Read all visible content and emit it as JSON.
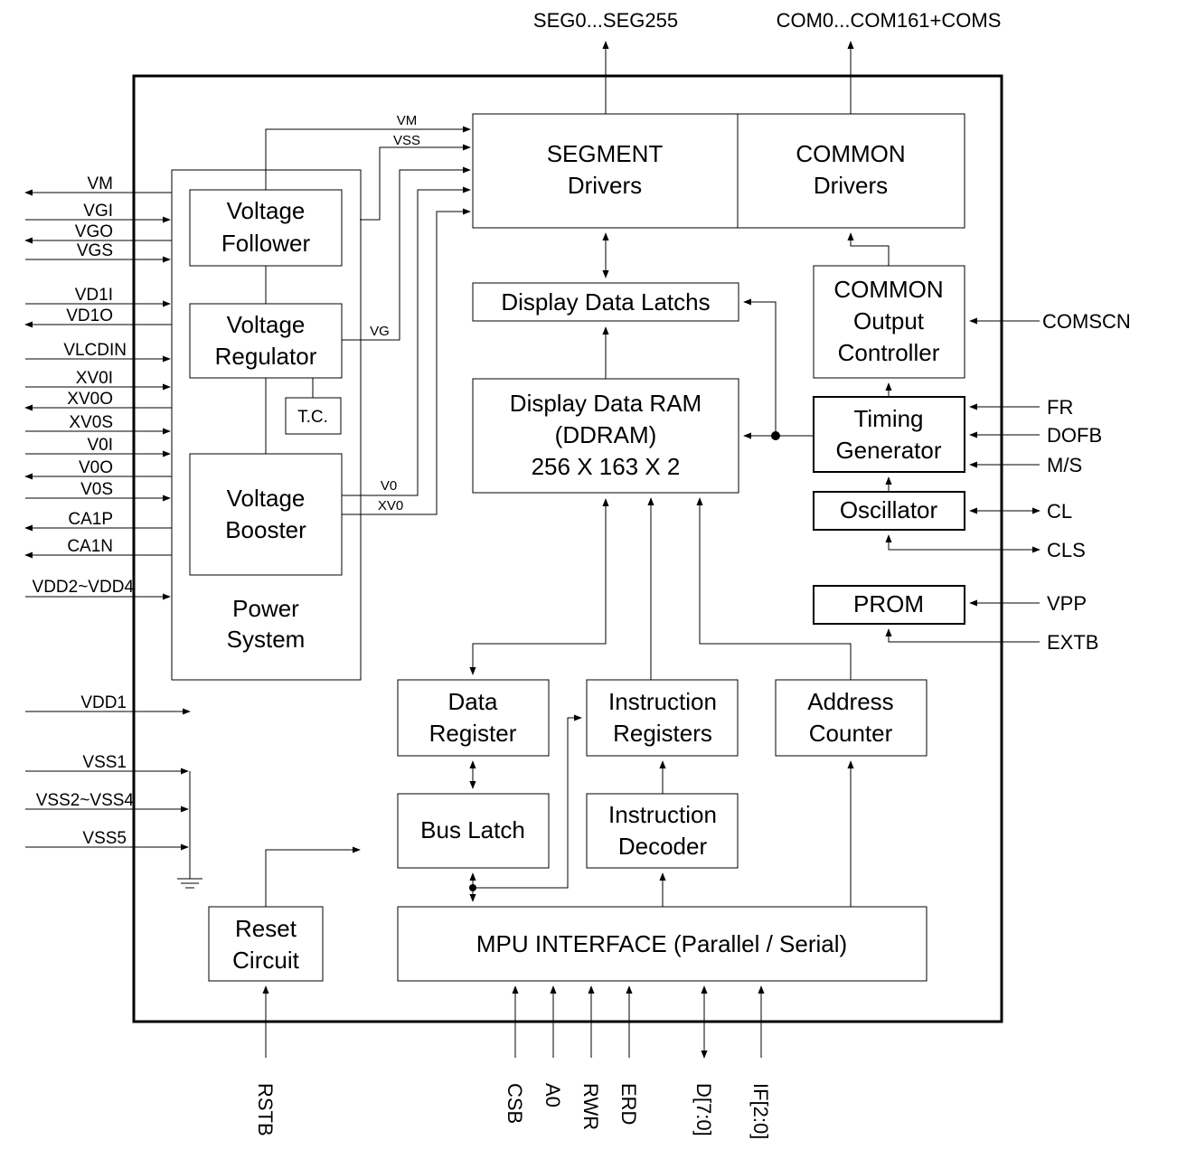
{
  "top_pins": {
    "seg": "SEG0...SEG255",
    "com": "COM0...COM161+COMS"
  },
  "blocks": {
    "voltage_follower": [
      "Voltage",
      "Follower"
    ],
    "voltage_regulator": [
      "Voltage",
      "Regulator"
    ],
    "tc": "T.C.",
    "voltage_booster": [
      "Voltage",
      "Booster"
    ],
    "power_system": [
      "Power",
      "System"
    ],
    "segment_drivers": [
      "SEGMENT",
      "Drivers"
    ],
    "common_drivers": [
      "COMMON",
      "Drivers"
    ],
    "display_data_latchs": "Display Data Latchs",
    "ddram": [
      "Display Data RAM",
      "(DDRAM)",
      "256 X 163 X 2"
    ],
    "common_output_controller": [
      "COMMON",
      "Output",
      "Controller"
    ],
    "timing_generator": [
      "Timing",
      "Generator"
    ],
    "oscillator": "Oscillator",
    "prom": "PROM",
    "data_register": [
      "Data",
      "Register"
    ],
    "instruction_registers": [
      "Instruction",
      "Registers"
    ],
    "address_counter": [
      "Address",
      "Counter"
    ],
    "bus_latch": "Bus Latch",
    "instruction_decoder": [
      "Instruction",
      "Decoder"
    ],
    "reset_circuit": [
      "Reset",
      "Circuit"
    ],
    "mpu_interface": "MPU INTERFACE (Parallel / Serial)"
  },
  "internal_signals": {
    "vm": "VM",
    "vss": "VSS",
    "vg": "VG",
    "v0": "V0",
    "xv0": "XV0"
  },
  "left_pins": [
    "VM",
    "VGI",
    "VGO",
    "VGS",
    "VD1I",
    "VD1O",
    "VLCDIN",
    "XV0I",
    "XV0O",
    "XV0S",
    "V0I",
    "V0O",
    "V0S",
    "CA1P",
    "CA1N",
    "VDD2~VDD4",
    "VDD1",
    "VSS1",
    "VSS2~VSS4",
    "VSS5"
  ],
  "right_pins": [
    "COMSCN",
    "FR",
    "DOFB",
    "M/S",
    "CL",
    "CLS",
    "VPP",
    "EXTB"
  ],
  "bottom_pins": [
    "RSTB",
    "CSB",
    "A0",
    "RWR",
    "ERD",
    "D[7:0]",
    "IF[2:0]"
  ]
}
